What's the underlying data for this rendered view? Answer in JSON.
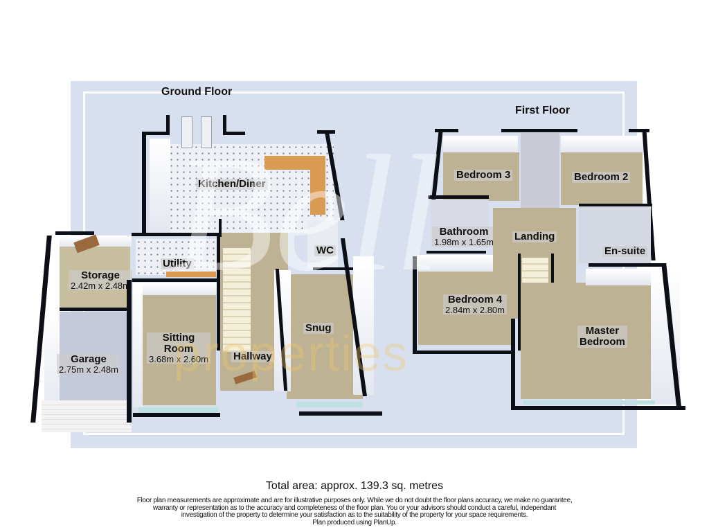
{
  "plan": {
    "total_area": "Total area: approx. 139.3 sq. metres",
    "disclaimer": [
      "Floor plan measurements are approximate and are for illustrative purposes only. While we do not doubt the floor plans accuracy, we make no guarantee,",
      "warranty or representation as to the accuracy and completeness of the floor plan. You or your advisors should conduct a careful, independant",
      "investigation of the property to determine your satisfaction as to the suitability of the property for your space requirements.",
      "Plan produced using PlanUp."
    ],
    "watermark": {
      "script": "Bell",
      "word": "properties"
    },
    "colors": {
      "frame_bg": "#d8dfee",
      "wall": "#0d0f16",
      "carpet": "#bdb293",
      "watermark": "#f0c86e"
    }
  },
  "ground_floor": {
    "title": "Ground Floor",
    "rooms": [
      {
        "name": "Kitchen/Diner",
        "dims": ""
      },
      {
        "name": "Utility",
        "dims": ""
      },
      {
        "name": "Storage",
        "dims": "2.42m x 2.48m"
      },
      {
        "name": "Garage",
        "dims": "2.75m x 2.48m"
      },
      {
        "name": "Sitting",
        "name2": "Room",
        "dims": "3.68m x 2.60m"
      },
      {
        "name": "Hallway",
        "dims": ""
      },
      {
        "name": "WC",
        "dims": ""
      },
      {
        "name": "Snug",
        "dims": ""
      }
    ]
  },
  "first_floor": {
    "title": "First Floor",
    "rooms": [
      {
        "name": "Bedroom 3",
        "dims": ""
      },
      {
        "name": "Bedroom 2",
        "dims": ""
      },
      {
        "name": "Bathroom",
        "dims": "1.98m x 1.65m"
      },
      {
        "name": "Landing",
        "dims": ""
      },
      {
        "name": "En-suite",
        "dims": ""
      },
      {
        "name": "Bedroom 4",
        "dims": "2.84m x 2.80m"
      },
      {
        "name": "Master",
        "name2": "Bedroom",
        "dims": ""
      }
    ]
  }
}
